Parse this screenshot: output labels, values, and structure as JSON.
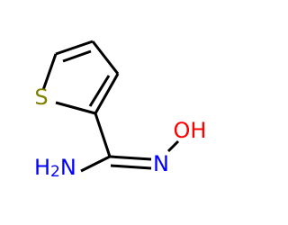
{
  "molecule": {
    "atoms": {
      "sulfur": "S",
      "oxygen": "OH",
      "nitrogen_imine": "N",
      "amine_h": "H",
      "amine_sub": "2",
      "amine_n": "N"
    },
    "colors": {
      "bond": "#000000",
      "sulfur": "#808000",
      "oxygen": "#ff0000",
      "nitrogen": "#0000ff"
    }
  }
}
